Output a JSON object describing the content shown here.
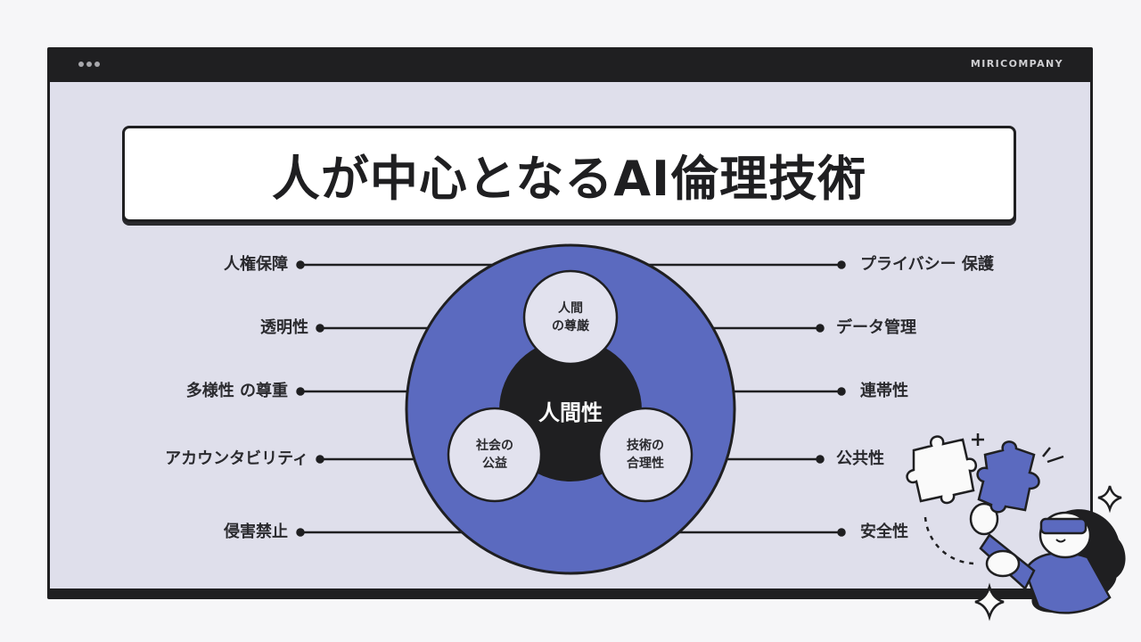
{
  "window": {
    "brand": "MIRICOMPANY",
    "controls_icon": "three-dots-icon"
  },
  "slide": {
    "title": "人が中心となるAI倫理技術",
    "core": "人間性",
    "inner_circles": [
      {
        "line1": "人間",
        "line2": "の尊厳"
      },
      {
        "line1": "社会の",
        "line2": "公益"
      },
      {
        "line1": "技術の",
        "line2": "合理性"
      }
    ],
    "left_items": [
      "人権保障",
      "透明性",
      "多様性 の尊重",
      "アカウンタビリティ",
      "侵害禁止"
    ],
    "right_items": [
      "プライバシー 保護",
      "データ管理",
      "連帯性",
      "公共性",
      "安全性"
    ],
    "illustration": "person-holding-puzzle-pieces-illustration"
  },
  "colors": {
    "frame": "#1f1f21",
    "background": "#dfdfeb",
    "accent_blue": "#5b6abf",
    "core_dark": "#1f1f21",
    "inner_circle": "#e2e2ee"
  }
}
